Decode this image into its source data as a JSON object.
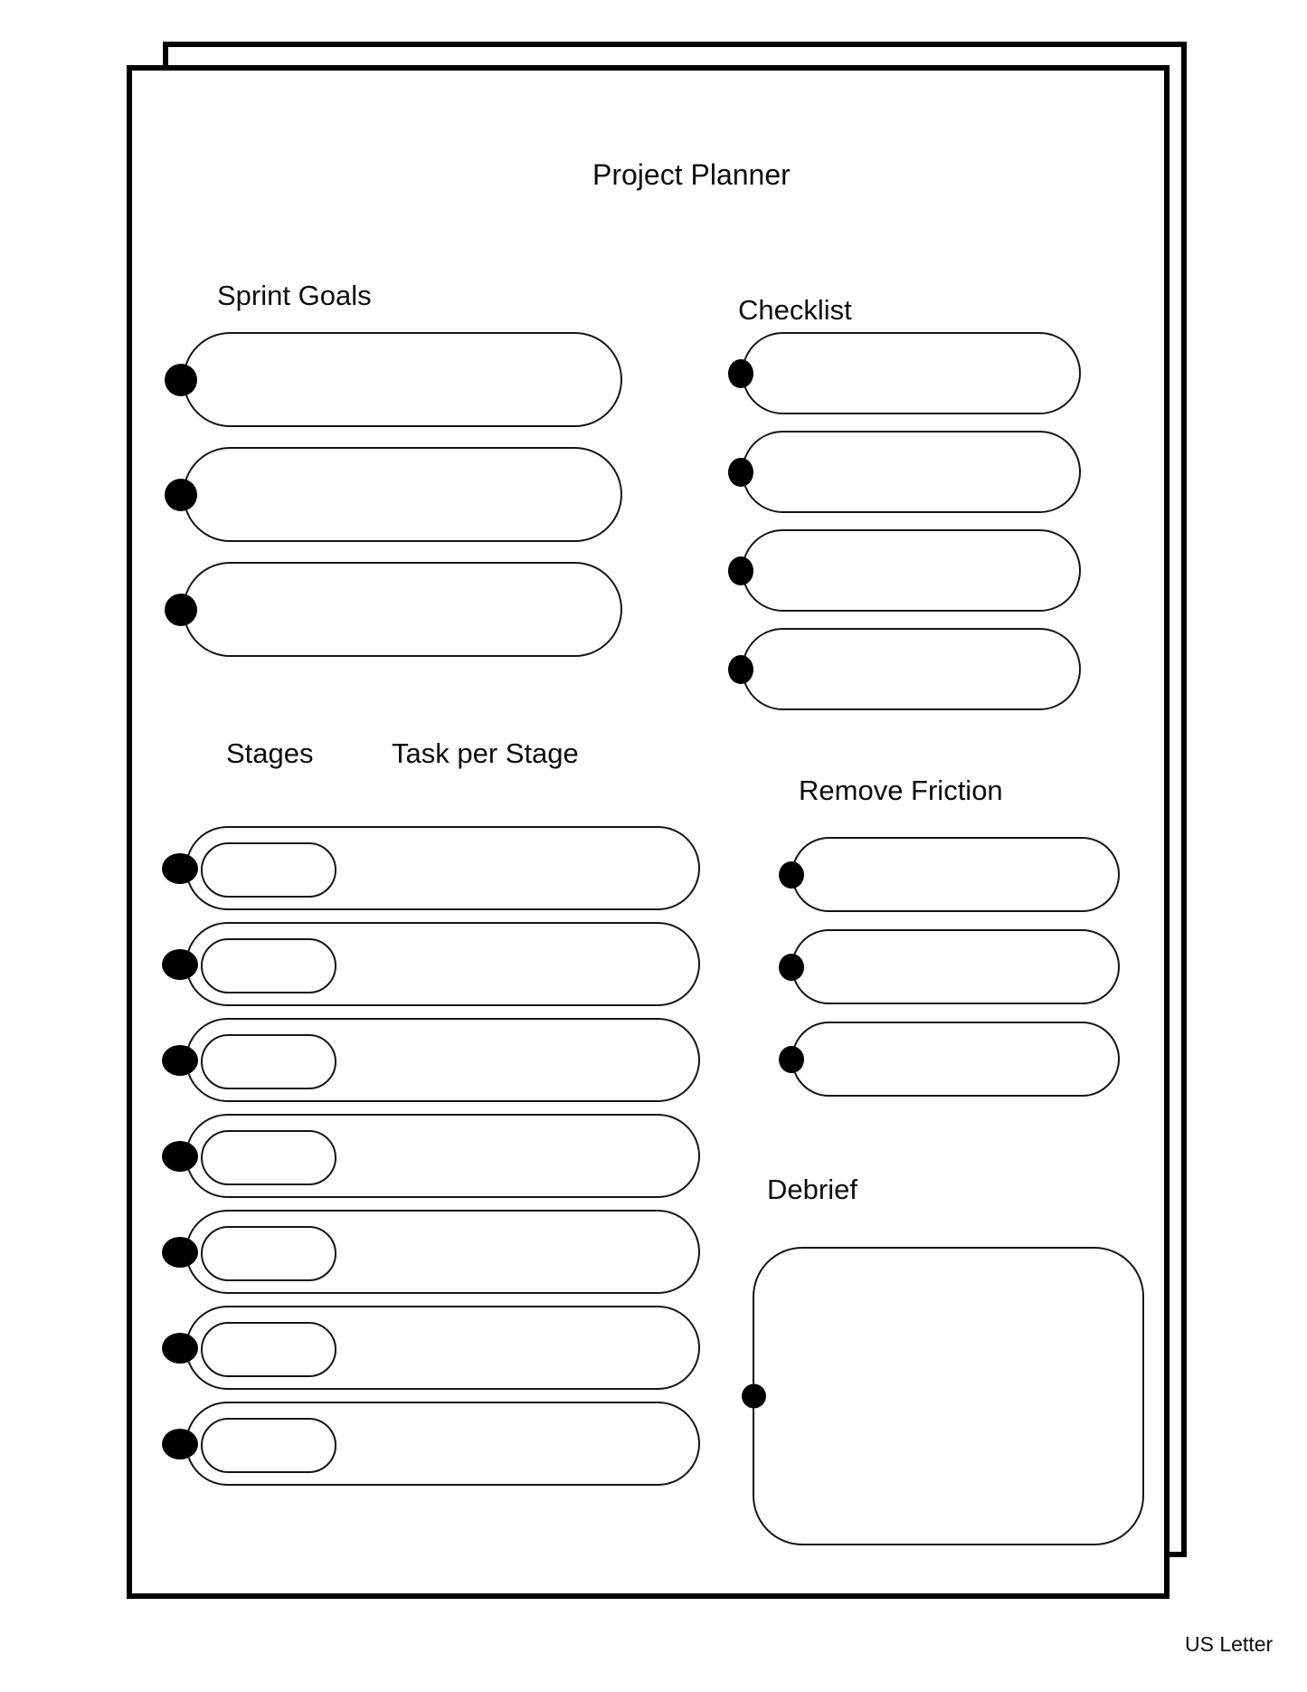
{
  "page": {
    "title": "Project Planner",
    "paper_size_label": "US Letter"
  },
  "sections": {
    "sprint_goals": {
      "heading": "Sprint Goals",
      "row_count": 3
    },
    "checklist": {
      "heading": "Checklist",
      "row_count": 4
    },
    "stages": {
      "heading": "Stages",
      "tasks_heading": "Task per Stage",
      "row_count": 7
    },
    "remove_friction": {
      "heading": "Remove Friction",
      "row_count": 3
    },
    "debrief": {
      "heading": "Debrief"
    }
  },
  "colors": {
    "ink": "#000000",
    "paper": "#ffffff",
    "stroke": "#141414"
  }
}
